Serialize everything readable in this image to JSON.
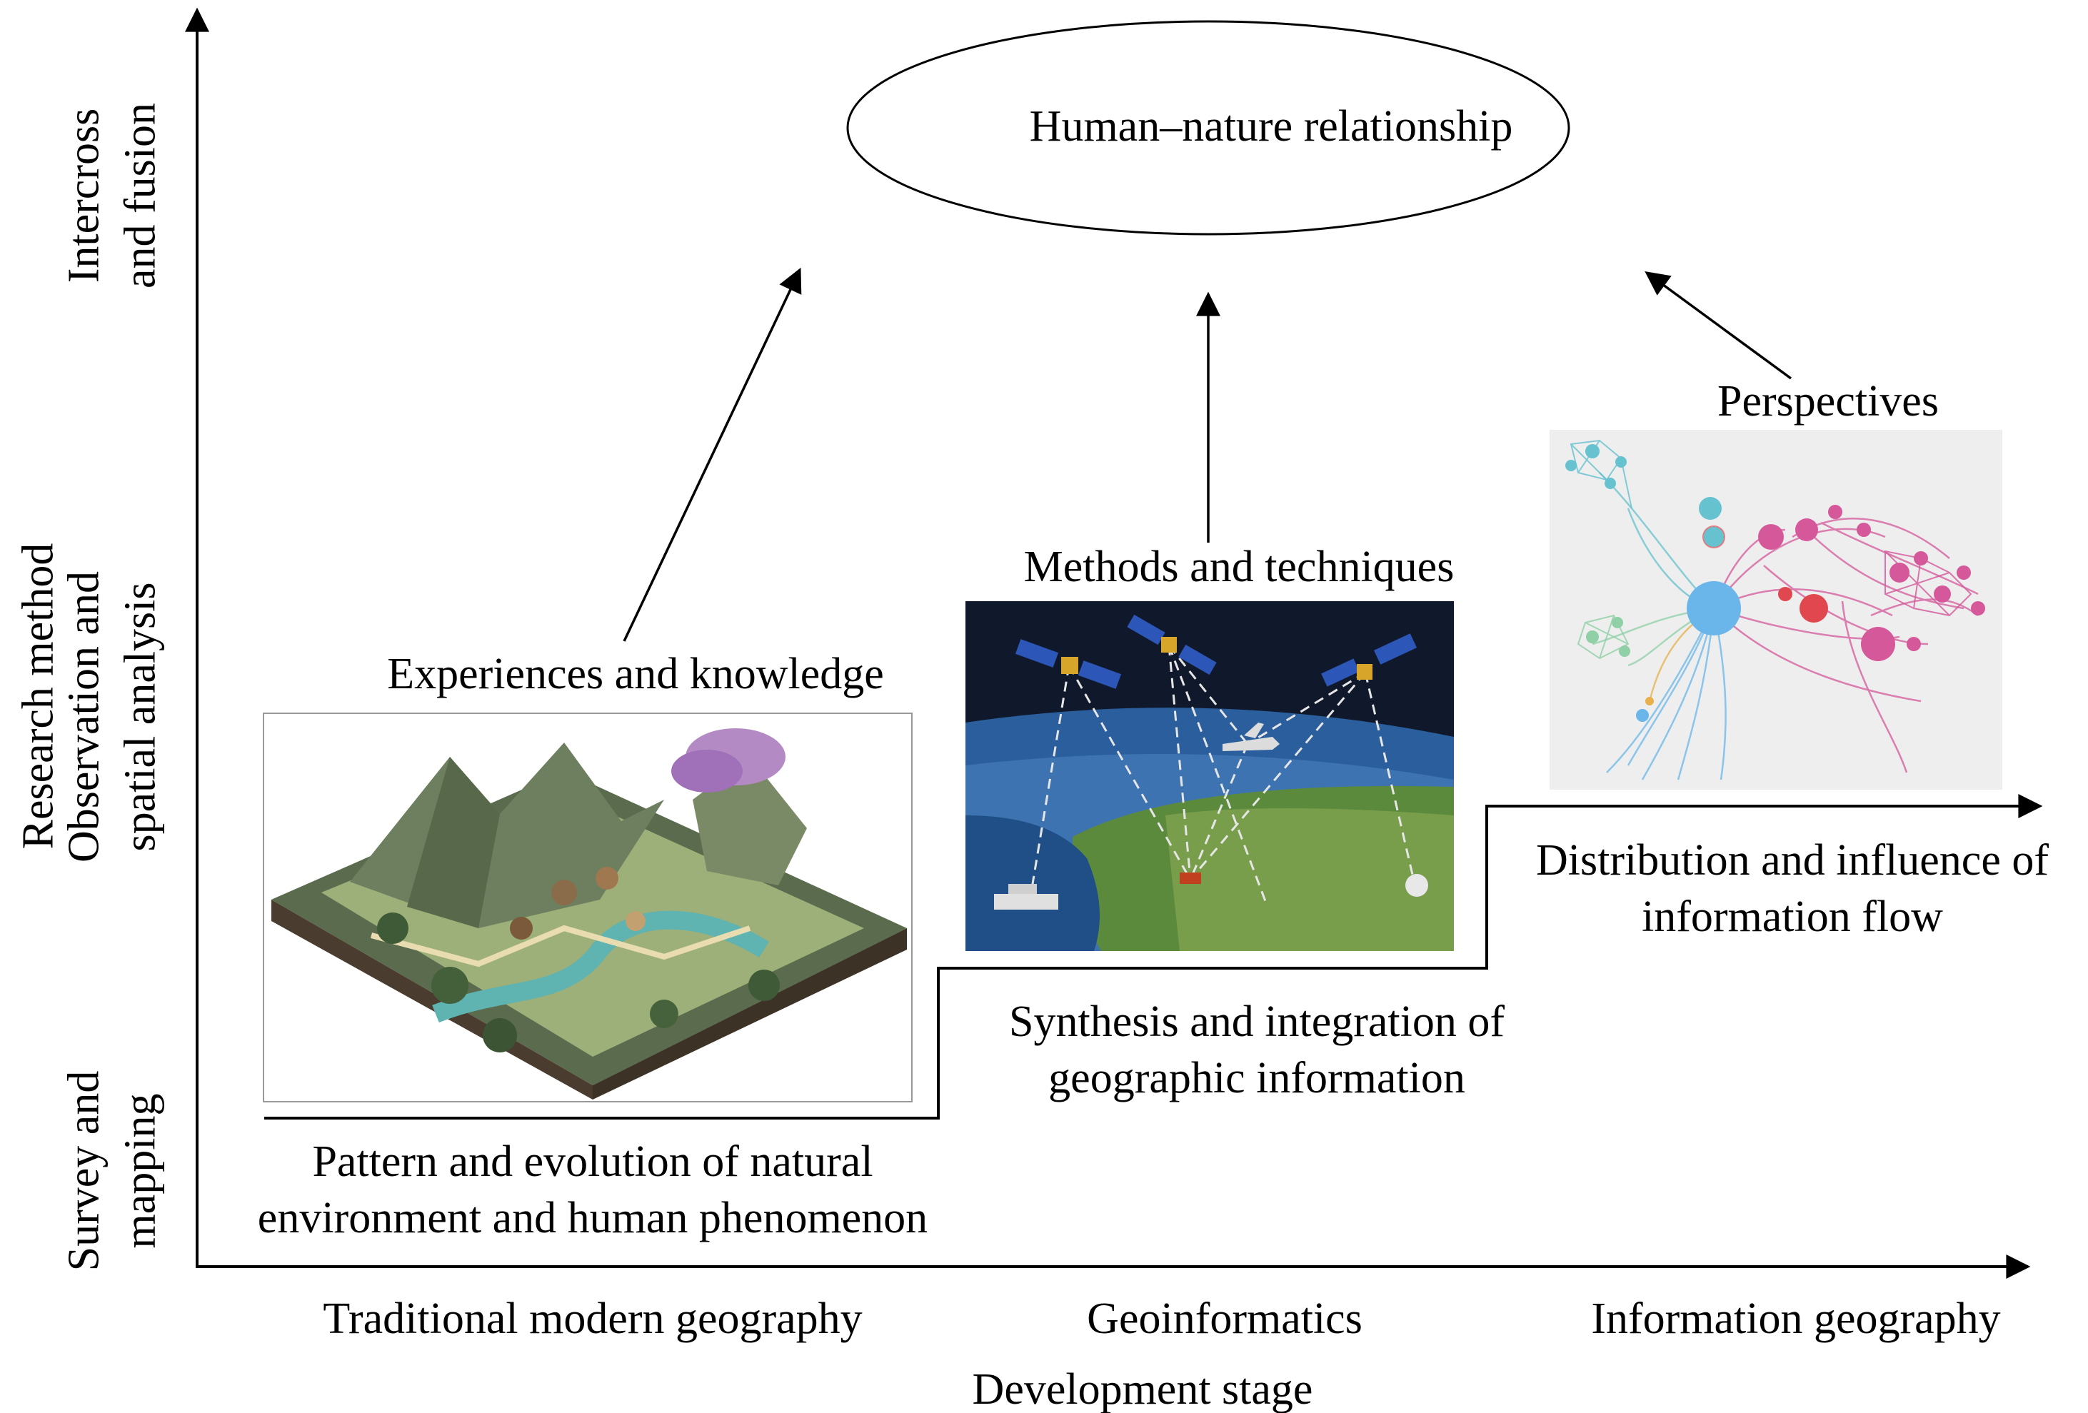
{
  "y_axis": {
    "title": "Research   method",
    "levels": [
      {
        "line1": "Survey and",
        "line2": "mapping"
      },
      {
        "line1": "Observation and",
        "line2": "spatial analysis"
      },
      {
        "line1": "Intercross",
        "line2": "and fusion"
      }
    ]
  },
  "x_axis": {
    "title": "Development stage",
    "stages": [
      "Traditional modern geography",
      "Geoinformatics",
      "Information geography"
    ]
  },
  "top": {
    "ellipse_label": "Human–nature relationship"
  },
  "stage1": {
    "arrow_label": "Experiences and knowledge",
    "caption_line1": "Pattern and evolution of natural",
    "caption_line2": "environment and human phenomenon"
  },
  "stage2": {
    "arrow_label": "Methods and techniques",
    "caption_line1": "Synthesis and integration of",
    "caption_line2": "geographic information"
  },
  "stage3": {
    "arrow_label": "Perspectives",
    "caption_line1": "Distribution and influence  of",
    "caption_line2": "information flow"
  },
  "colors": {
    "ink": "#000000",
    "terrain_green": "#6f8f5a",
    "water": "#5fb3b0",
    "space_sky": "#10192b",
    "earth_blue": "#2a5e9c",
    "network_blue": "#6ab6ea",
    "network_pink": "#d4589a",
    "network_red": "#e0474f",
    "network_teal": "#66c2cf",
    "network_green": "#8fd0a6",
    "network_bg": "#eeeeee"
  },
  "icons": [
    "isometric-landscape-illustration",
    "satellite-earth-observation-illustration",
    "information-network-graph"
  ]
}
